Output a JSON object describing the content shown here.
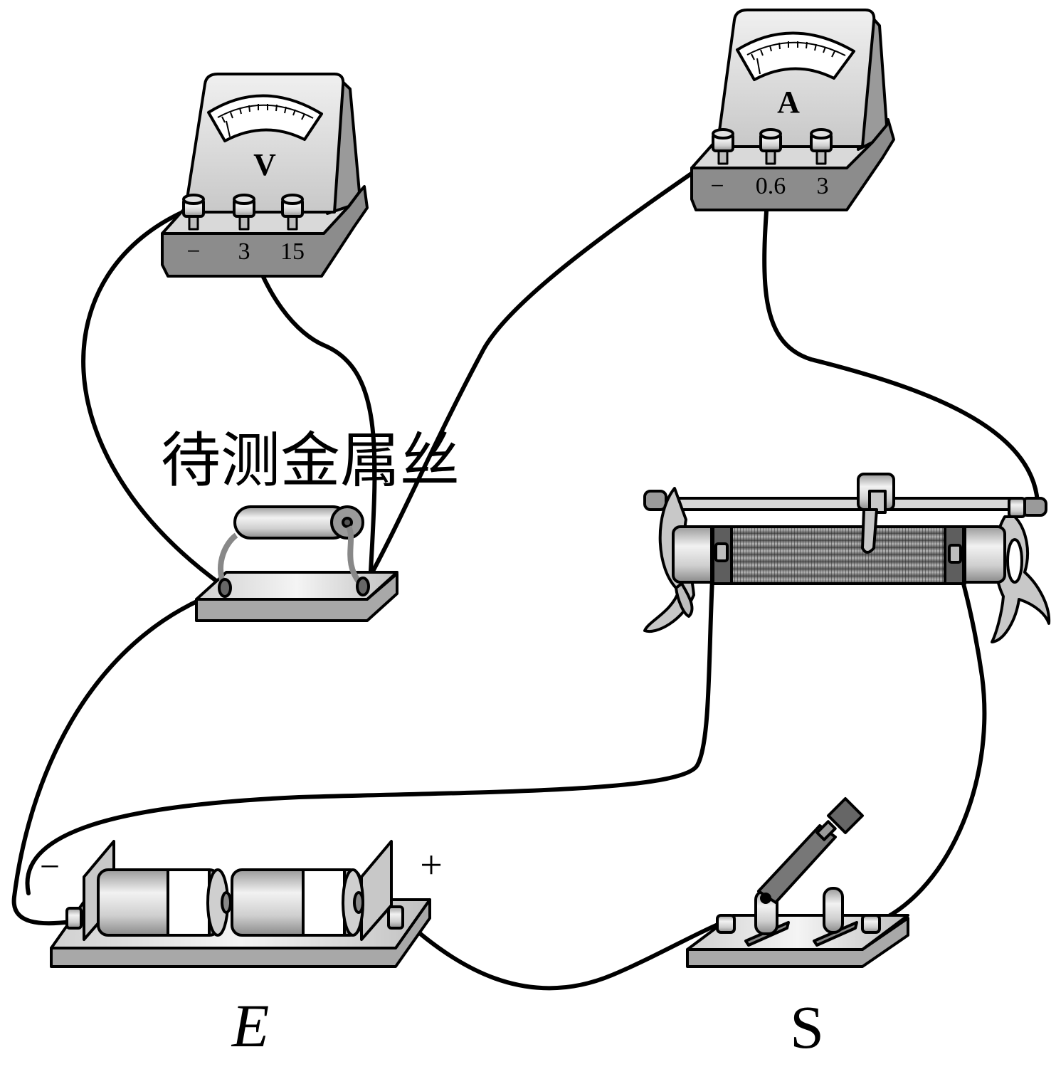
{
  "labels": {
    "wire_sample": "待测金属丝",
    "battery": "E",
    "switch": "S",
    "battery_neg": "−",
    "battery_pos": "+"
  },
  "voltmeter": {
    "symbol": "V",
    "terminals": [
      "−",
      "3",
      "15"
    ]
  },
  "ammeter": {
    "symbol": "A",
    "terminals": [
      "−",
      "0.6",
      "3"
    ]
  },
  "colors": {
    "stroke": "#000000",
    "body_light": "#e6e6e6",
    "body_mid": "#bdbdbd",
    "body_dark": "#8c8c8c",
    "wire": "#000000"
  }
}
